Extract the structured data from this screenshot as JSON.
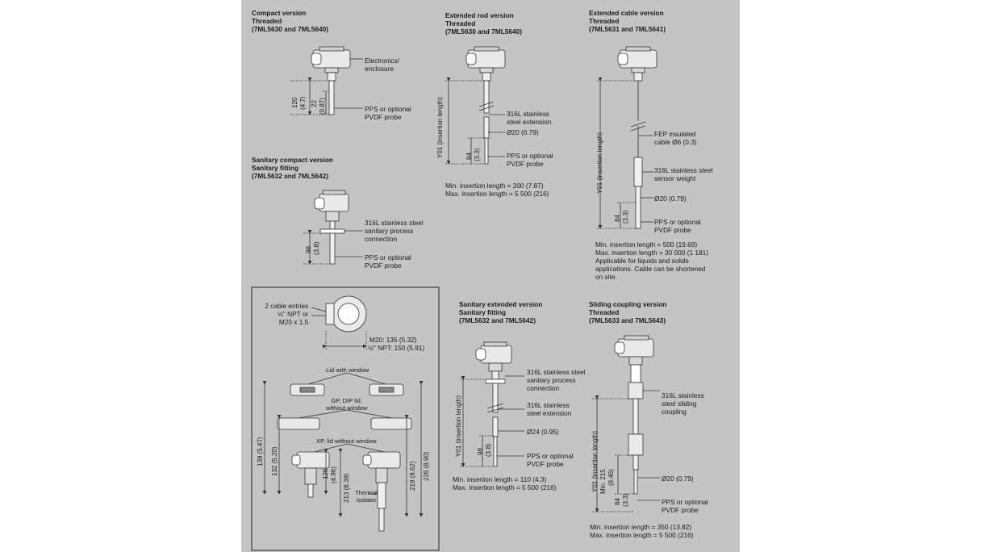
{
  "sections": {
    "compact": {
      "title": "Compact version",
      "subtitle": "Threaded",
      "models": "(7ML5630 and 7ML5640)",
      "label_electronics": [
        "Electronics/",
        "enclosure"
      ],
      "label_probe": [
        "PPS or optional",
        "PVDF probe"
      ],
      "dim_120": "120",
      "dim_120_in": "(4.7)",
      "dim_22": "22",
      "dim_22_in": "(0.87)"
    },
    "extended_rod": {
      "title": "Extended rod version",
      "subtitle": "Threaded",
      "models": "(7ML5630 and 7ML5640)",
      "label_extension": [
        "316L stainless",
        "steel extension"
      ],
      "label_diameter": "Ø20 (0.79)",
      "label_probe": [
        "PPS or optional",
        "PVDF probe"
      ],
      "dim_y01": "Y01 (insertion length)",
      "dim_84": "84",
      "dim_84_in": "(3.3)",
      "note": [
        "Min. insertion length = 200 (7.87)",
        "Max. insertion length = 5 500 (216)"
      ]
    },
    "extended_cable": {
      "title": "Extended cable version",
      "subtitle": "Threaded",
      "models": "(7ML5631 and 7ML5641)",
      "label_cable": [
        "FEP insulated",
        "cable Ø6 (0.3)"
      ],
      "label_weight": [
        "316L stainless steel",
        "sensor weight"
      ],
      "label_diameter": "Ø20 (0.79)",
      "label_probe": [
        "PPS or optional",
        "PVDF probe"
      ],
      "dim_y01": "Y01 (insertion length)",
      "dim_84": "84",
      "dim_84_in": "(3.3)",
      "note": [
        "Min. insertion length = 500 (19.69)",
        "Max. insertion length = 30 000 (1 181)",
        "Applicable for liquids and solids",
        "applications. Cable can be shortened",
        "on site."
      ]
    },
    "sanitary_compact": {
      "title": "Sanitary compact version",
      "subtitle": "Sanitary fitting",
      "models": "(7ML5632 and 7ML5642)",
      "label_connection": [
        "316L stainless steel",
        "sanitary process",
        "connection"
      ],
      "label_probe": [
        "PPS or optional",
        "PVDF probe"
      ],
      "dim_98": "98",
      "dim_98_in": "(3.8)"
    },
    "enclosure_box": {
      "label_entries": [
        "2 cable entries",
        "½\" NPT or",
        "M20 x 1.5"
      ],
      "label_m20": "M20: 135 (5.32)",
      "label_npt": "½\" NPT: 150 (5.91)",
      "label_lid_window": "Lid with window",
      "label_gp_dip": [
        "GP, DIP lid,",
        "without window"
      ],
      "label_xp": "XP, lid without window",
      "label_thermal": [
        "Thermal",
        "isolator"
      ],
      "dim_139": "139 (5.47)",
      "dim_132": "132 (5.20)",
      "dim_126": "126",
      "dim_126_in": "(4.96)",
      "dim_213": "213 (8.39)",
      "dim_219": "219 (8.62)",
      "dim_226": "226 (8.90)"
    },
    "sanitary_extended": {
      "title": "Sanitary extended version",
      "subtitle": "Sanitary fitting",
      "models": "(7ML5632 and 7ML5642)",
      "label_connection": [
        "316L stainless steel",
        "sanitary process",
        "connection"
      ],
      "label_extension": [
        "316L stainless",
        "steel extension"
      ],
      "label_diameter": "Ø24 (0.95)",
      "label_probe": [
        "PPS or optional",
        "PVDF probe"
      ],
      "dim_y01": "Y01 (insertion length)",
      "dim_98": "98",
      "dim_98_in": "(3.8)",
      "note": [
        "Min. insertion length = 110 (4.3)",
        "Max. insertion length = 5 500 (216)"
      ]
    },
    "sliding_coupling": {
      "title": "Sliding coupling version",
      "subtitle": "Threaded",
      "models": "(7ML5633 and 7ML5643)",
      "label_coupling": [
        "316L stainless",
        "steel sliding",
        "coupling"
      ],
      "label_diameter": "Ø20 (0.79)",
      "label_probe": [
        "PPS or optional",
        "PVDF probe"
      ],
      "dim_y01": "Y01 (insertion length)",
      "dim_min215": "Min. 215",
      "dim_min215_in": "(8.46)",
      "dim_84": "84",
      "dim_84_in": "(3.3)",
      "note": [
        "Min. insertion length = 350 (13.82)",
        "Max. insertion length = 5 500 (216)"
      ]
    }
  },
  "colors": {
    "sheet": "#c4c4c4",
    "line": "#333333",
    "housing": "#e9e9e9",
    "window": "#8a8a8a"
  }
}
